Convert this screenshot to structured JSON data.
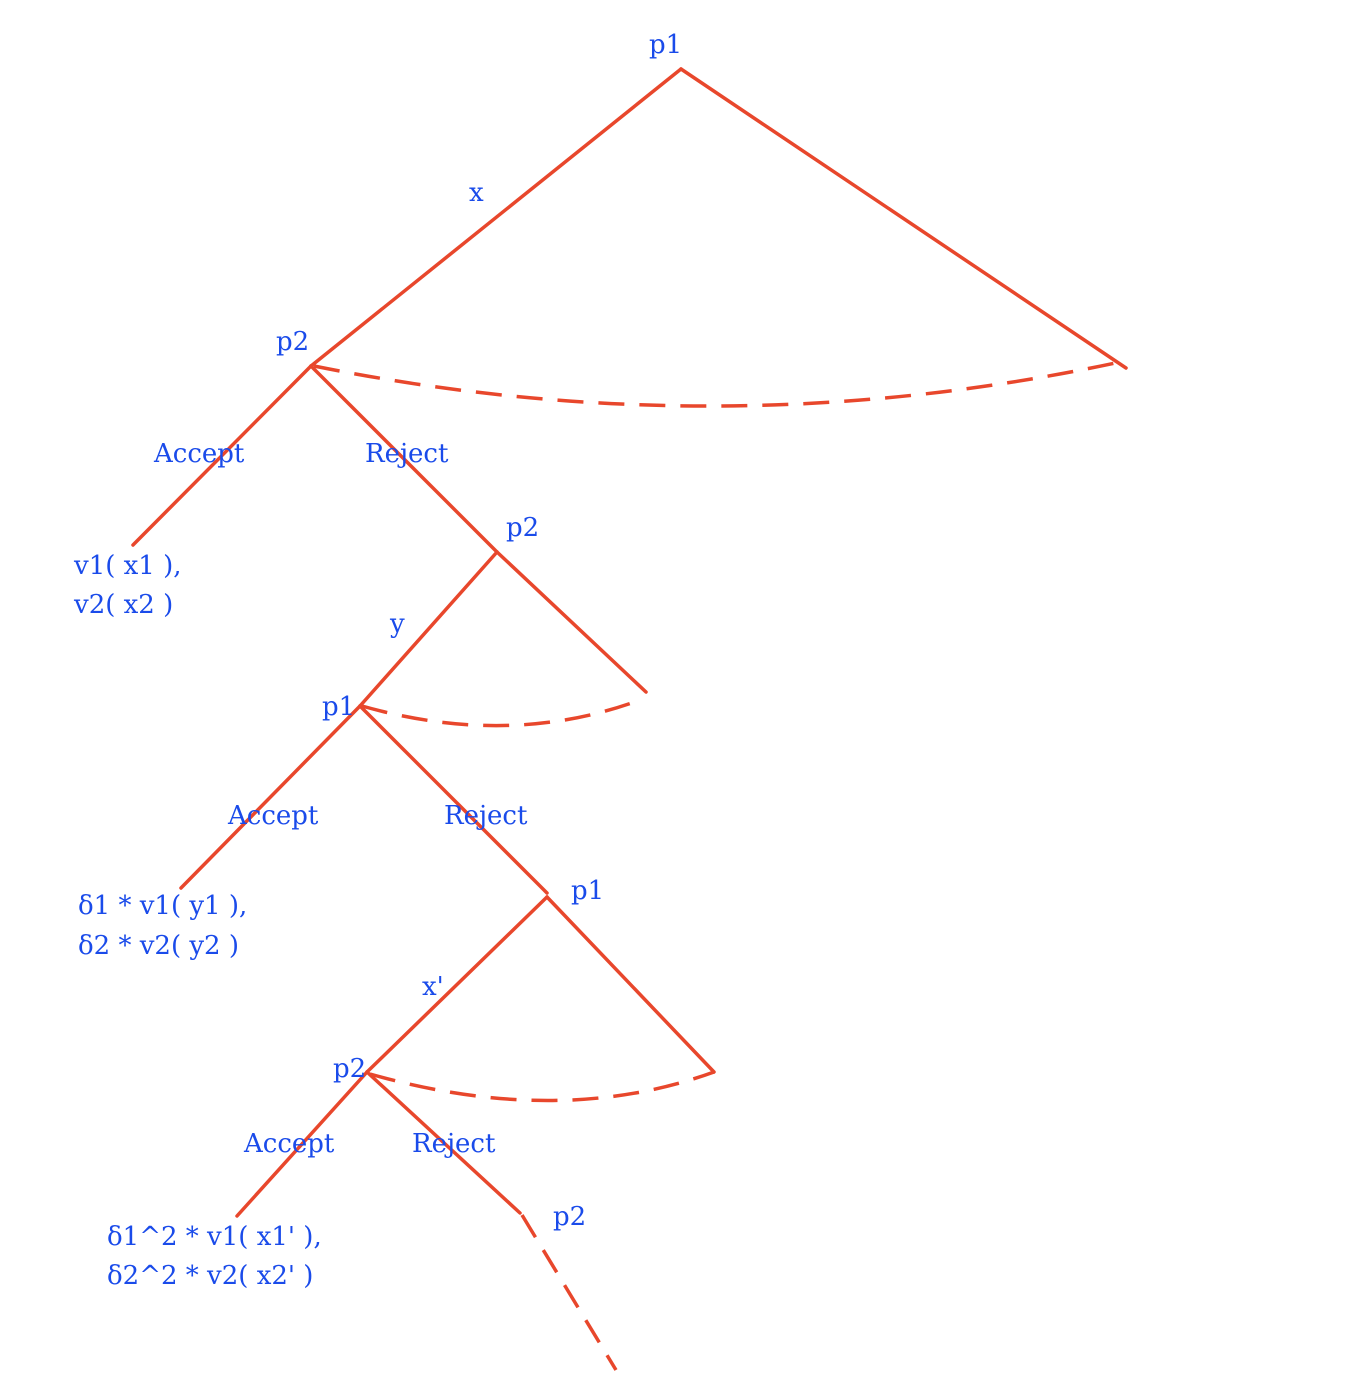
{
  "nodes": {
    "root": "p1",
    "n1": "p2",
    "n2": "p2",
    "n3": "p1",
    "n4": "p1",
    "n5": "p2",
    "n6": "p2"
  },
  "edges": {
    "offer_x": "x",
    "accept_1": "Accept",
    "reject_1": "Reject",
    "offer_y": "y",
    "accept_2": "Accept",
    "reject_2": "Reject",
    "offer_x_prime": "x'",
    "accept_3": "Accept",
    "reject_3": "Reject"
  },
  "payoffs": {
    "p1": [
      "v1( x1 ),",
      "v2( x2 )"
    ],
    "p2": [
      "δ1 * v1( y1 ),",
      "δ2 * v2( y2 )"
    ],
    "p3": [
      "δ1^2 * v1( x1' ),",
      "δ2^2 * v2( x2' )"
    ]
  },
  "colors": {
    "edge": "#E8472C",
    "label": "#1A4BEA"
  }
}
